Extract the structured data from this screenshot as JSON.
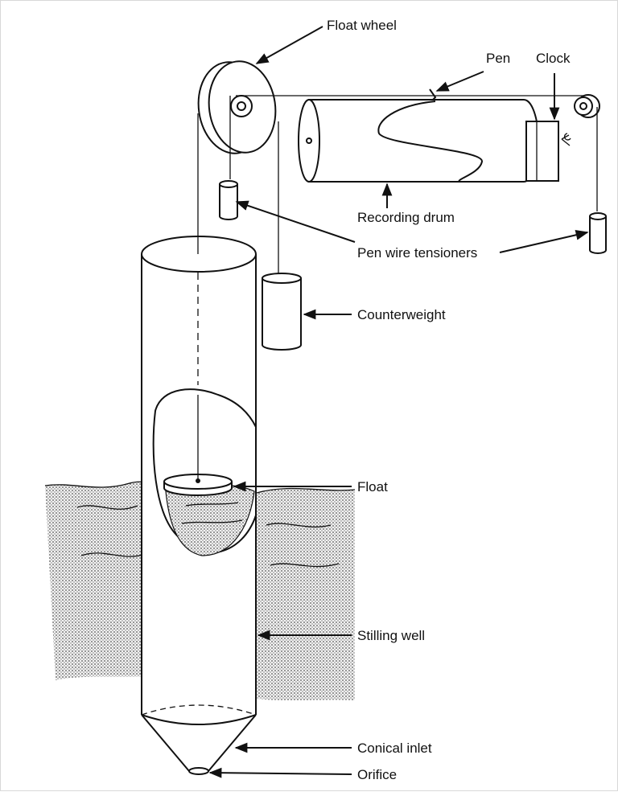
{
  "labels": {
    "float_wheel": "Float wheel",
    "pen": "Pen",
    "clock": "Clock",
    "recording_drum": "Recording drum",
    "pen_wire_tensioners": "Pen wire tensioners",
    "counterweight": "Counterweight",
    "float": "Float",
    "stilling_well": "Stilling well",
    "conical_inlet": "Conical inlet",
    "orifice": "Orifice"
  }
}
